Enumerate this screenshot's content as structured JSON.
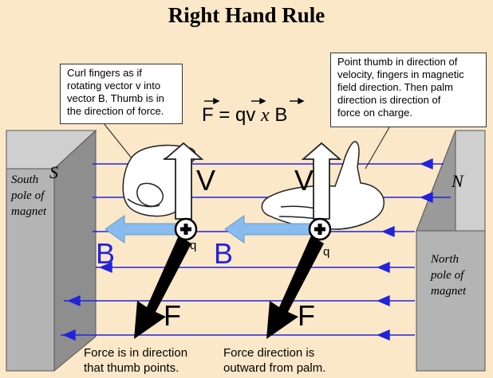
{
  "title": "Right Hand Rule",
  "formula": {
    "lhs": "F",
    "eq": "= q",
    "v": "v",
    "x": "x",
    "b": "B"
  },
  "callout_left": [
    "Curl fingers as if",
    "rotating vector v into",
    "vector B. Thumb is in",
    "the direction of force."
  ],
  "callout_right": [
    "Point thumb in direction of",
    "velocity, fingers in magnetic",
    "field direction. Then palm",
    "direction is direction of",
    "force on charge."
  ],
  "south_pole": {
    "letter": "S",
    "text": [
      "South",
      "pole of",
      "magnet"
    ]
  },
  "north_pole": {
    "letter": "N",
    "text": [
      "North",
      "pole of",
      "magnet"
    ]
  },
  "vectors": {
    "velocity": "V",
    "field": "B",
    "force": "F",
    "charge": "q"
  },
  "caption_left": [
    "Force is in direction",
    "that thumb points."
  ],
  "caption_right": [
    "Force direction is",
    "outward from palm."
  ],
  "colors": {
    "background": "#fbe8c8",
    "field_lines": "#2222dd",
    "field_vector": "#88bbee",
    "magnet": "#aaaaaa",
    "force": "#000000"
  }
}
